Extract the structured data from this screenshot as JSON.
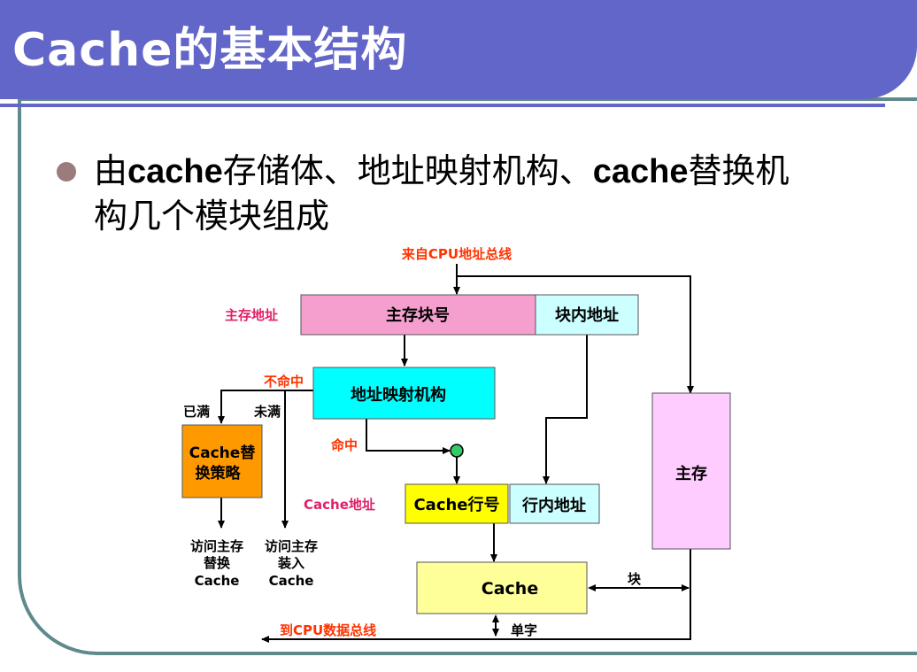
{
  "title": "Cache的基本结构",
  "bullet": {
    "p1": "由",
    "cache1": "cache",
    "p2": "存储体、地址映射机构、",
    "cache2": "cache",
    "p3": "替换机",
    "line2": "构几个模块组成"
  },
  "diagram": {
    "cpu_address_bus": "来自CPU地址总线",
    "main_memory_address": "主存地址",
    "block_number": "主存块号",
    "block_offset": "块内地址",
    "miss": "不命中",
    "mapping_unit": "地址映射机构",
    "full": "已满",
    "not_full": "未满",
    "hit": "命中",
    "replace_policy_line1": "Cache替",
    "replace_policy_line2": "换策略",
    "cache_address": "Cache地址",
    "cache_line_number": "Cache行号",
    "line_offset": "行内地址",
    "main_memory": "主存",
    "access_replace_line1": "访问主存",
    "access_replace_line2": "替换",
    "access_replace_line3": "Cache",
    "access_load_line1": "访问主存",
    "access_load_line2": "装入",
    "access_load_line3": "Cache",
    "cache": "Cache",
    "block": "块",
    "cpu_data_bus": "到CPU数据总线",
    "word": "单字",
    "colors": {
      "red_label": "#ff3300",
      "magenta_label": "#e0206a",
      "pink_box": "#f59fcf",
      "light_cyan_box": "#ccffff",
      "cyan_box": "#00ffff",
      "orange_box": "#ff9900",
      "yellow_box": "#ffff00",
      "light_yellow_box": "#ffff99",
      "lavender_box": "#ffccff",
      "green_node": "#33cc66"
    }
  }
}
